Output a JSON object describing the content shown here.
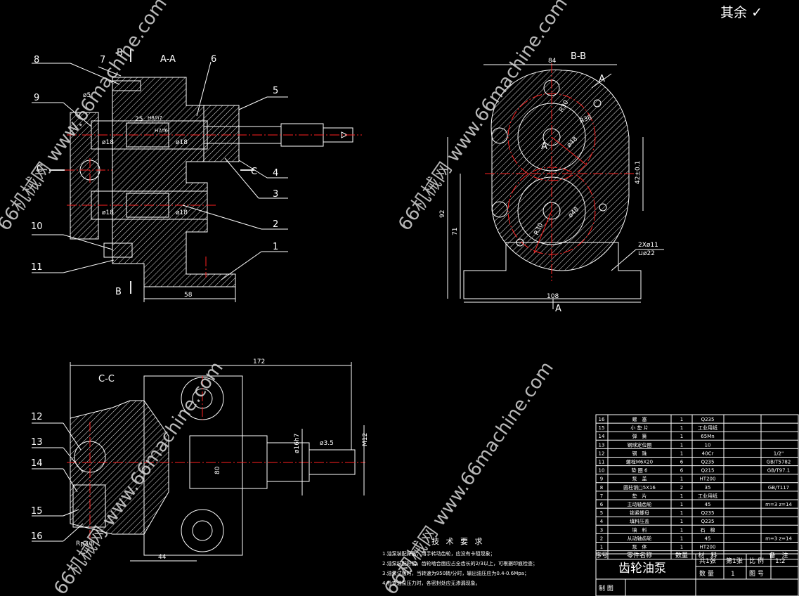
{
  "roughness": {
    "text": "其余",
    "symbol": "✓"
  },
  "watermark": "66机械网 www.66machine.com",
  "views": {
    "aa": {
      "title": "A-A",
      "section_b": "B",
      "section_c": "C"
    },
    "bb": {
      "title": "B-B",
      "section_a": "A"
    },
    "cc": {
      "title": "C-C"
    }
  },
  "balloons": [
    "1",
    "2",
    "3",
    "4",
    "5",
    "6",
    "7",
    "8",
    "9",
    "10",
    "11",
    "12",
    "13",
    "14",
    "15",
    "16"
  ],
  "dimensions": {
    "aa_58": "58",
    "aa_25": "25",
    "aa_phi18a": "ø18",
    "aa_phi18b": "ø18",
    "aa_phi18c": "ø18",
    "aa_phi18d": "ø18",
    "aa_phi5": "ø5",
    "aa_fit1": "H8/h7",
    "aa_fit2": "H7/f6",
    "bb_84": "84",
    "bb_108": "108",
    "bb_92": "92",
    "bb_71": "71",
    "bb_42": "42±0.1",
    "bb_r30a": "R30",
    "bb_r30b": "R30",
    "bb_r38": "R38",
    "bb_phi48a": "ø48",
    "bb_phi48b": "ø48",
    "bb_holes1": "2Xø11",
    "bb_holes2": "⊔ø22",
    "cc_172": "172",
    "cc_44": "44",
    "cc_80": "80",
    "cc_phi16": "ø16h7",
    "cc_phi35": "ø3.5",
    "cc_m12": "M12",
    "cc_rp": "Rp3/8"
  },
  "notes": {
    "title": "技 术 要 求",
    "lines": [
      "1.油泵装配好后，用手转动齿轮，应没有卡阻现象；",
      "2.油泵装配好后，齿轮啮合面应占全齿长的2/3以上，可根据印痕检查；",
      "3.油泵试验时，当转速为950转/分时，输出油压应为0.4-0.6Mpa；",
      "4.检查油泵压力时，各密封处应无渗漏现象。"
    ]
  },
  "bom": {
    "header": [
      "序号",
      "零件名称",
      "数量",
      "材　料",
      "备　注"
    ],
    "rows": [
      [
        "16",
        "螺　塞",
        "1",
        "Q235",
        ""
      ],
      [
        "15",
        "小 垫 片",
        "1",
        "工业用纸",
        ""
      ],
      [
        "14",
        "弹　簧",
        "1",
        "65Mn",
        ""
      ],
      [
        "13",
        "钢球定位圈",
        "1",
        "10",
        ""
      ],
      [
        "12",
        "钢　珠",
        "1",
        "40Cr",
        "1/2\""
      ],
      [
        "11",
        "螺栓M6X20",
        "6",
        "Q235",
        "GB/T5782"
      ],
      [
        "10",
        "垫 圈 6",
        "6",
        "Q215",
        "GB/T97.1"
      ],
      [
        "9",
        "泵　盖",
        "1",
        "HT200",
        ""
      ],
      [
        "8",
        "圆柱销□5X16",
        "2",
        "35",
        "GB/T117"
      ],
      [
        "7",
        "垫　片",
        "1",
        "工业用纸",
        ""
      ],
      [
        "6",
        "主动轴齿轮",
        "1",
        "45",
        "m=3 z=14"
      ],
      [
        "5",
        "锁紧螺母",
        "1",
        "Q235",
        ""
      ],
      [
        "4",
        "填料压盖",
        "1",
        "Q235",
        ""
      ],
      [
        "3",
        "填　料",
        "1",
        "石　棉",
        ""
      ],
      [
        "2",
        "从动轴齿轮",
        "1",
        "45",
        "m=3 z=14"
      ],
      [
        "1",
        "泵　体",
        "1",
        "HT200",
        ""
      ]
    ]
  },
  "titleblock": {
    "name": "齿轮油泵",
    "sheets": "共1张",
    "sheet_no": "第1张",
    "scale_label": "比 例",
    "scale": "1:2",
    "qty_label": "数 量",
    "qty": "1",
    "drawing_no": "图 号",
    "drawn_by": "制 图"
  },
  "colors": {
    "background": "#000000",
    "lines": "#ffffff",
    "centerlines": "#ff2020"
  }
}
